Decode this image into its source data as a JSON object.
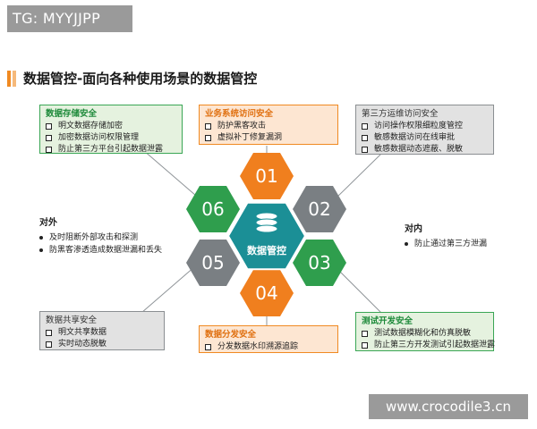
{
  "watermark_top": "TG: MYYJJPP",
  "watermark_bottom": "www.crocodile3.cn",
  "title": "数据管控-面向各种使用场景的数据管控",
  "center": {
    "label": "数据管控",
    "icon": "database-icon"
  },
  "hexagons": [
    {
      "num": "01",
      "color": "#f07f1e"
    },
    {
      "num": "02",
      "color": "#7a7f83"
    },
    {
      "num": "03",
      "color": "#2f9e4d"
    },
    {
      "num": "04",
      "color": "#f07f1e"
    },
    {
      "num": "05",
      "color": "#7a7f83"
    },
    {
      "num": "06",
      "color": "#2f9e4d"
    }
  ],
  "boxes": {
    "storage": {
      "title": "数据存储安全",
      "items": [
        "明文数据存储加密",
        "加密数据访问权限管理",
        "防止第三方平台引起数据泄露"
      ]
    },
    "business": {
      "title": "业务系统访问安全",
      "items": [
        "防护黑客攻击",
        "虚拟补丁修复漏洞"
      ]
    },
    "third_party": {
      "title": "第三方运维访问安全",
      "items": [
        "访问操作权限细粒度管控",
        "敏感数据访问在线审批",
        "敏感数据动态遮蔽、脱敏"
      ]
    },
    "sharing": {
      "title": "数据共享安全",
      "items": [
        "明文共享数据",
        "实时动态脱敏"
      ]
    },
    "distribution": {
      "title": "数据分发安全",
      "items": [
        "分发数据水印溯源追踪"
      ]
    },
    "testing": {
      "title": "测试开发安全",
      "items": [
        "测试数据模糊化和仿真脱敏",
        "防止第三方开发测试引起数据泄露"
      ]
    }
  },
  "external": {
    "title": "对外",
    "items": [
      "及时阻断外部攻击和探测",
      "防黑客渗透造成数据泄漏和丢失"
    ]
  },
  "internal": {
    "title": "对内",
    "items": [
      "防止通过第三方泄漏"
    ]
  },
  "colors": {
    "accent_orange": "#f08a22",
    "green": "#2f9e4d",
    "grey": "#7a7f83",
    "center_teal": "#1b8f96"
  }
}
